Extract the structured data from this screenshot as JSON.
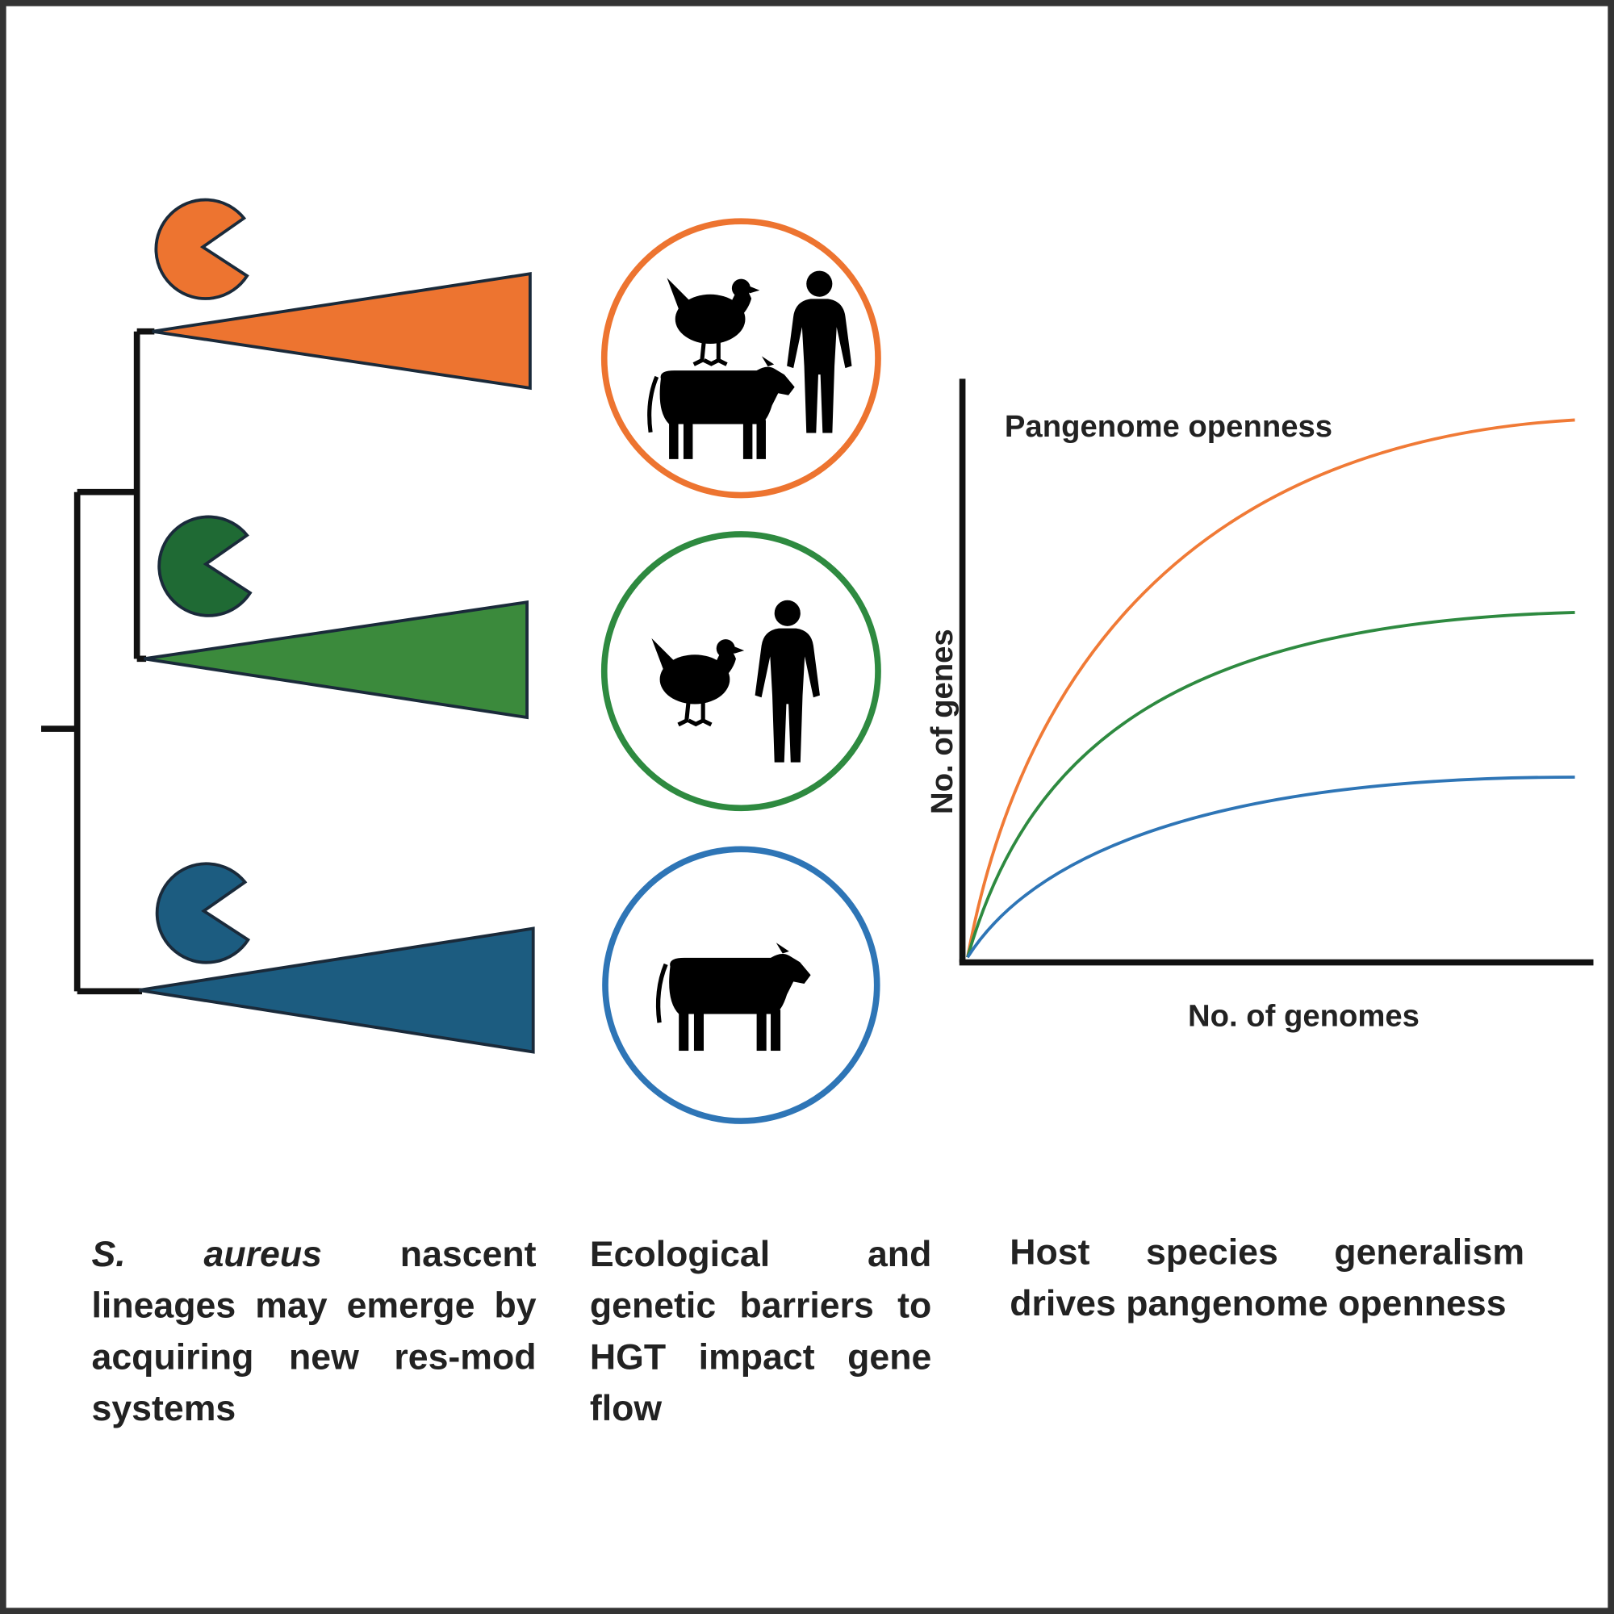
{
  "colors": {
    "orange": "#ED7430",
    "green_dark": "#1F6A34",
    "green": "#3B8A3C",
    "blue_dark": "#1C5C80",
    "curve_orange": "#F07A36",
    "curve_green": "#2E8A40",
    "curve_blue": "#2E75B6"
  },
  "lineages": [
    {
      "color": "orange",
      "hosts": [
        "chicken-icon",
        "cow-icon",
        "human-icon"
      ]
    },
    {
      "color": "green",
      "hosts": [
        "chicken-icon",
        "human-icon"
      ]
    },
    {
      "color": "blue",
      "hosts": [
        "cow-icon"
      ]
    }
  ],
  "chart": {
    "title": "Pangenome openness",
    "ylabel": "No. of genes",
    "xlabel": "No. of genomes"
  },
  "captions": {
    "col1_italic": "S. aureus",
    "col1_rest": " nascent lineages may emerge by acquiring new res-mod systems",
    "col2": "Ecological and genetic barriers to HGT impact gene flow",
    "col3": "Host species generalism drives pangenome openness"
  }
}
